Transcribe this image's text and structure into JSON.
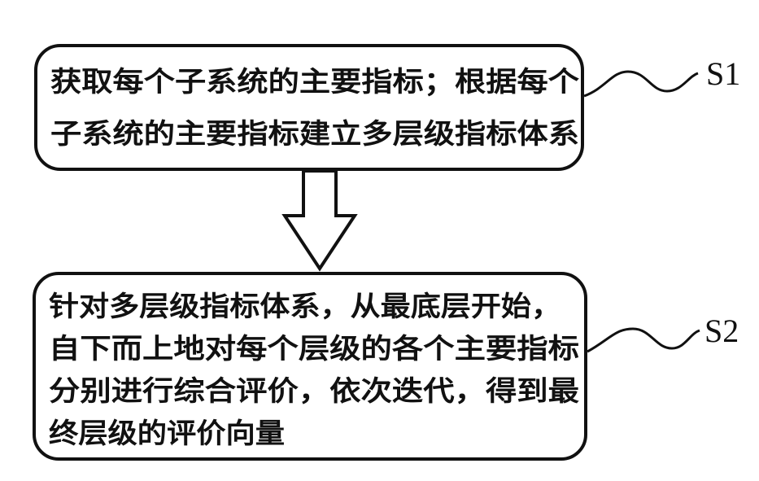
{
  "steps": [
    {
      "label": "S1",
      "lines": [
        "获取每个子系统的主要指标；根据每个",
        "子系统的主要指标建立多层级指标体系"
      ]
    },
    {
      "label": "S2",
      "lines": [
        "针对多层级指标体系，从最底层开始，",
        "自下而上地对每个层级的各个主要指标",
        "分别进行综合评价，依次迭代，得到最",
        "终层级的评价向量"
      ]
    }
  ]
}
